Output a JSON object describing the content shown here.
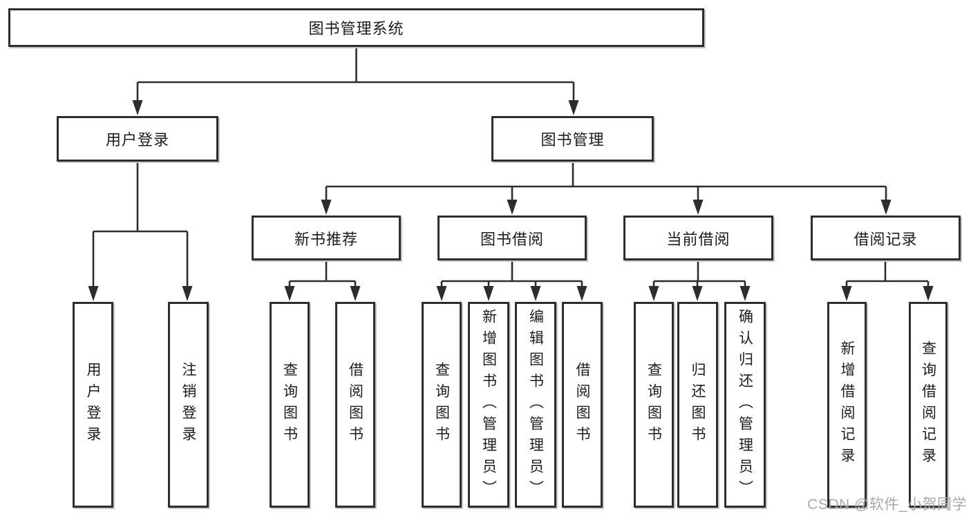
{
  "diagram": {
    "root": {
      "label": "图书管理系统"
    },
    "branches": [
      {
        "label": "用户登录",
        "children": [
          {
            "label": "用户登录"
          },
          {
            "label": "注销登录"
          }
        ]
      },
      {
        "label": "图书管理",
        "children": [
          {
            "label": "新书推荐",
            "children": [
              {
                "label": "查询图书"
              },
              {
                "label": "借阅图书"
              }
            ]
          },
          {
            "label": "图书借阅",
            "children": [
              {
                "label": "查询图书"
              },
              {
                "label": "新增图书（管理员）"
              },
              {
                "label": "编辑图书（管理员）"
              },
              {
                "label": "借阅图书"
              }
            ]
          },
          {
            "label": "当前借阅",
            "children": [
              {
                "label": "查询图书"
              },
              {
                "label": "归还图书"
              },
              {
                "label": "确认归还（管理员）"
              }
            ]
          },
          {
            "label": "借阅记录",
            "children": [
              {
                "label": "新增借阅记录"
              },
              {
                "label": "查询借阅记录"
              }
            ]
          }
        ]
      }
    ]
  },
  "watermark": {
    "text": "CSDN @软件_小贺同学"
  },
  "colors": {
    "line": "#2d2d2d",
    "box_border": "#2d2d2d",
    "watermark": "#a8a8a8"
  }
}
